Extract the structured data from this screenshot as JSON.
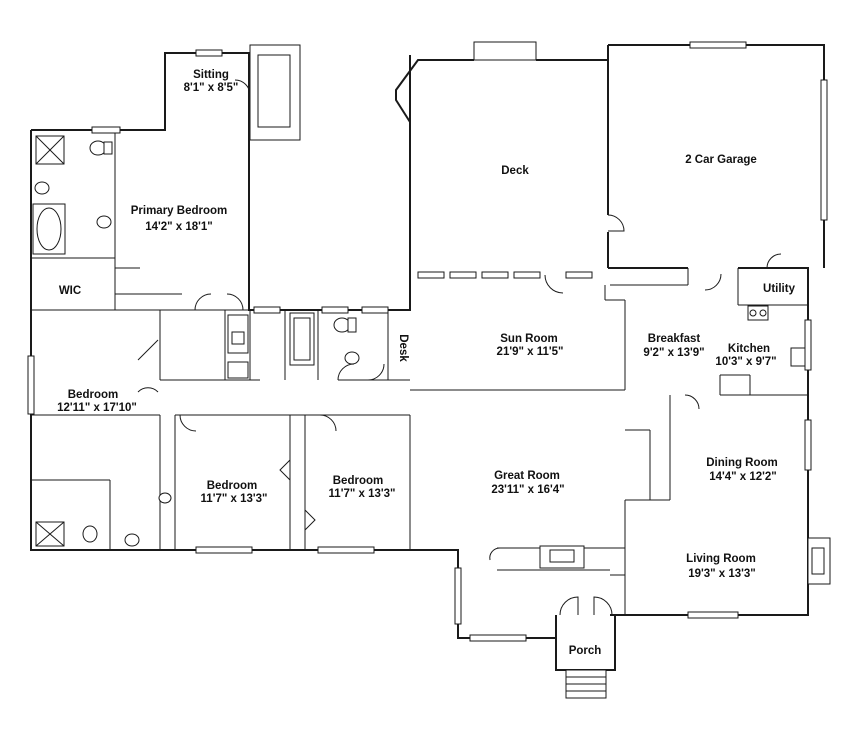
{
  "rooms": {
    "sitting": {
      "name": "Sitting",
      "dims": "8'1\" x 8'5\""
    },
    "primary_bedroom": {
      "name": "Primary Bedroom",
      "dims": "14'2\" x 18'1\""
    },
    "wic": {
      "name": "WIC"
    },
    "bedroom_west": {
      "name": "Bedroom",
      "dims": "12'11\" x 17'10\""
    },
    "bedroom_mid_left": {
      "name": "Bedroom",
      "dims": "11'7\" x 13'3\""
    },
    "bedroom_mid_right": {
      "name": "Bedroom",
      "dims": "11'7\" x 13'3\""
    },
    "deck": {
      "name": "Deck"
    },
    "garage": {
      "name": "2 Car Garage"
    },
    "utility": {
      "name": "Utility"
    },
    "desk": {
      "name": "Desk"
    },
    "sun_room": {
      "name": "Sun Room",
      "dims": "21'9\" x 11'5\""
    },
    "breakfast": {
      "name": "Breakfast",
      "dims": "9'2\" x 13'9\""
    },
    "kitchen": {
      "name": "Kitchen",
      "dims": "10'3\" x 9'7\""
    },
    "great_room": {
      "name": "Great Room",
      "dims": "23'11\" x 16'4\""
    },
    "dining_room": {
      "name": "Dining Room",
      "dims": "14'4\" x 12'2\""
    },
    "living_room": {
      "name": "Living Room",
      "dims": "19'3\" x 13'3\""
    },
    "porch": {
      "name": "Porch"
    }
  }
}
